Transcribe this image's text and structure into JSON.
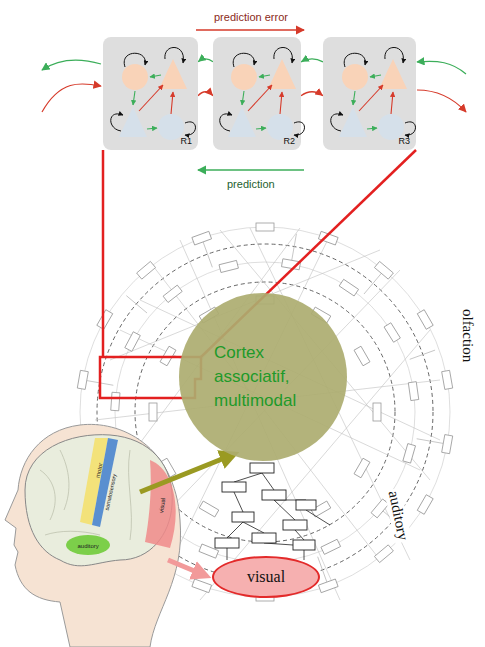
{
  "diagram": {
    "nodes": [
      {
        "text": [
          "R1"
        ]
      },
      {
        "text": [
          "R2"
        ]
      },
      {
        "text": [
          "R3"
        ]
      },
      {
        "text": [
          "Cortex associatif, multimodal"
        ]
      },
      {
        "text": [
          "visual"
        ]
      }
    ],
    "edges": [
      {
        "from": 0,
        "to": 1,
        "arrow": "to"
      },
      {
        "from": 1,
        "to": 2,
        "arrow": "to"
      },
      {
        "from": 1,
        "to": 0,
        "arrow": "to"
      },
      {
        "from": 2,
        "to": 1,
        "arrow": "to"
      }
    ],
    "labels": [
      "prediction error",
      "prediction",
      "olfaction",
      "auditory",
      "motor",
      "somatosensory",
      "auditory",
      "visual"
    ]
  }
}
